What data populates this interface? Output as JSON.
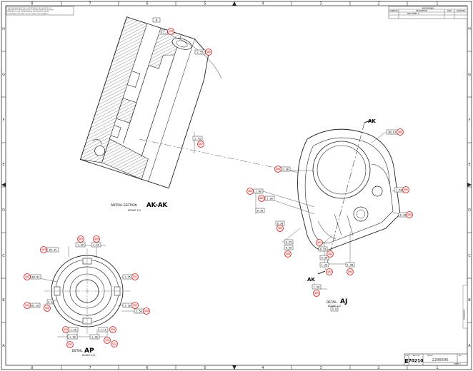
{
  "zones_top": [
    "8",
    "7",
    "6",
    "5",
    "4",
    "3",
    "2",
    "1"
  ],
  "zones_bottom": [
    "8",
    "7",
    "6",
    "5",
    "4",
    "3",
    "2",
    "1"
  ],
  "zones_left": [
    "H",
    "G",
    "F",
    "E",
    "D",
    "C",
    "B",
    "A"
  ],
  "zones_right": [
    "H",
    "G",
    "F",
    "E",
    "D",
    "C",
    "B",
    "A"
  ],
  "notes_block": [
    "THIS DRAWING AND ITS CONTENTS ARE THE PROPERTY OF",
    "AND MAY NOT BE REPRODUCED OR USED WITHOUT WRITTEN",
    "PERMISSION. ALL DIMENSIONS IN MILLIMETERS UNLESS",
    "OTHERWISE SPECIFIED. DO NOT SCALE THIS DRAWING."
  ],
  "revisions": {
    "title": "REVISIONS",
    "headers": [
      "ZONE/LTR",
      "DESCRIPTION",
      "DATE",
      "APPROVED"
    ],
    "row": [
      "",
      "SEE SHEET 1",
      "",
      ""
    ]
  },
  "views": {
    "section": {
      "label": "PARTIAL SECTION",
      "letters": "AK-AK",
      "scale": "SCALE 2/1"
    },
    "detail_aj": {
      "label": "DETAIL",
      "letters": "AJ",
      "scale": "SCALE 2/1"
    },
    "detail_ap": {
      "label": "DETAIL",
      "letters": "AP",
      "scale": "SCALE 2/1"
    }
  },
  "cut_labels": {
    "upper": "AK",
    "lower": "AK"
  },
  "balloons": {
    "b478": "478",
    "b480": "480",
    "b487": "487",
    "b485": "485",
    "b490": "490",
    "b488": "488",
    "b486": "486",
    "b484": "484",
    "b482": "482",
    "b481": "481",
    "b489": "489",
    "b491": "491",
    "b492": "492",
    "b493": "493",
    "b494": "494",
    "b495": "495",
    "b500": "500",
    "b499": "499",
    "b497": "497",
    "b501": "501",
    "b502": "502",
    "b503": "503",
    "b504": "504",
    "b505": "505",
    "b506": "506",
    "b507": "507",
    "b508": "508",
    "b509": "509",
    "b510": "510",
    "b511": "511"
  },
  "dims": {
    "d_top_tag": "A",
    "d_a": "1.30",
    "d_b": "2.55",
    "d_c": "1.75",
    "d_aj_1": "Ø3.61",
    "d_aj_2": "2.30",
    "d_aj_3": "1.00",
    "d_aj_4": "2.30",
    "d_aj_5": "1.50",
    "d_aj_6": "0.30",
    "d_aj_7": "0.30",
    "d_aj_8": "0.25",
    "d_aj_9": "0.25",
    "d_aj_10": "0.90",
    "d_aj_11": "1.20",
    "d_aj_12": "1.00",
    "d_aj_13": "0.30",
    "d_aj_14": "1.50",
    "d_aj_15": "R.50",
    "d_aj_16": "2.0",
    "d_ap_1": "3.1",
    "d_ap_2": "1.30",
    "d_ap_3": "2.50",
    "d_ap_4": "Ø3.35",
    "d_ap_5": "Ø3.82",
    "d_ap_6": "1.25",
    "d_ap_7": "Ø2.10",
    "d_ap_8": "1.10",
    "d_ap_9": "1.30",
    "d_ap_10": "1.90",
    "d_ap_11": "1.00",
    "d_ap_12": "1.15",
    "d_ap_13": "2.50"
  },
  "title_block": {
    "size": "E",
    "code": "70210",
    "dwg_no": "2206696",
    "sheet": "SHEET 2",
    "size_hdr": "SIZE",
    "cage_hdr": "CAGE CODE",
    "dwg_hdr": "DWG NO",
    "rev": "REV"
  },
  "side_tab": "2206696"
}
